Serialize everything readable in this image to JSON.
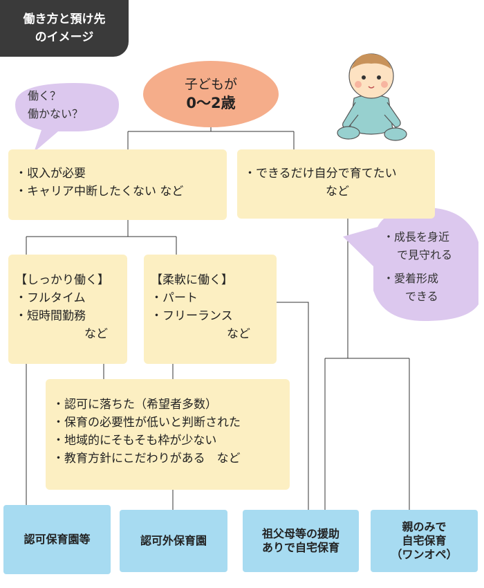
{
  "title": {
    "line1": "働き方と預け先",
    "line2": "のイメージ"
  },
  "root": {
    "line1": "子どもが",
    "line2": "0〜2歳"
  },
  "bubbles": {
    "work_question": [
      "働く？",
      "働かない？"
    ],
    "raise_merits": [
      "・成長を身近",
      "で見守れる",
      "・愛着形成",
      "できる"
    ]
  },
  "branches": {
    "work": [
      "・収入が必要",
      "・キャリア中断したくない など"
    ],
    "home": [
      "・できるだけ自分で育てたい",
      "など"
    ]
  },
  "work_styles": {
    "fulltime": [
      "【しっかり働く】",
      "・フルタイム",
      "・短時間勤務",
      "など"
    ],
    "flexible": [
      "【柔軟に働く】",
      "・パート",
      "・フリーランス",
      "など"
    ]
  },
  "reasons": [
    "・認可に落ちた（希望者多数）",
    "・保育の必要性が低いと判断された",
    "・地域的にそもそも枠が少ない",
    "・教育方針にこだわりがある　など"
  ],
  "outcomes": {
    "licensed": [
      "認可保育園等"
    ],
    "unlicensed": [
      "認可外保育園"
    ],
    "grandparents": [
      "祖父母等の援助",
      "ありで自宅保育"
    ],
    "parents_only": [
      "親のみで",
      "自宅保育",
      "（ワンオペ）"
    ]
  },
  "colors": {
    "title_bg": "#3a3a3a",
    "root_oval": "#f5ad8a",
    "card": "#fcefc2",
    "outcome": "#a7dbf1",
    "bubble": "#dcc8ee",
    "line": "#333333"
  },
  "icons": {
    "baby": "baby-illustration"
  }
}
